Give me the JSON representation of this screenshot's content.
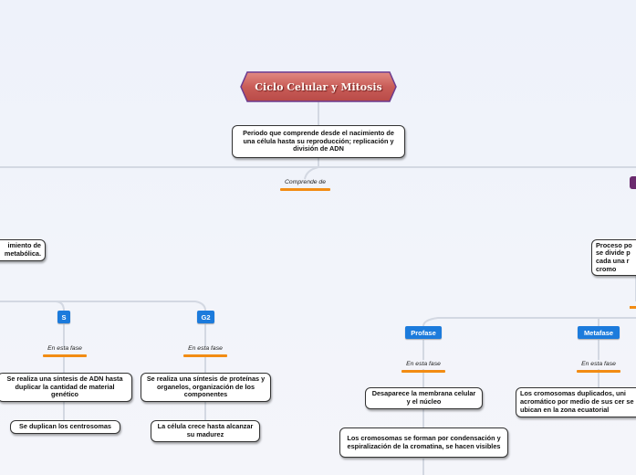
{
  "title": "Ciclo Celular y Mitosis",
  "colors": {
    "root_fill_top": "#e28a82",
    "root_fill_bottom": "#b84a48",
    "root_border": "#6b3b8f",
    "connector": "#d3d8e2",
    "label_underline": "#f28c13",
    "tag_blue": "#1c7bdc"
  },
  "nodes": {
    "definition": "Periodo que comprende desde el nacimiento de una célula hasta su reproducción; replicación y división de ADN",
    "comprende_de": "Comprende de",
    "left_partial": "imiento de metabólica.",
    "right_partial": "Proceso po se divide p cada una r cromo",
    "s_phase": "S",
    "g2_phase": "G2",
    "s_label": "En esta fase",
    "g2_label": "En esta fase",
    "s_detail_1": "Se realiza una síntesis de ADN hasta duplicar la cantidad de material genético",
    "s_detail_2": "Se duplican los centrosomas",
    "g2_detail_1": "Se realiza una síntesis de proteínas y organelos, organización de los componentes",
    "g2_detail_2": "La célula crece hasta alcanzar su madurez",
    "profase": "Profase",
    "metafase": "Metafase",
    "profase_label": "En esta fase",
    "metafase_label": "En esta fase",
    "profase_detail_1": "Desaparece la membrana celular y el núcleo",
    "profase_detail_2": "Los cromosomas se forman por condensación y espiralización de la cromatina, se hacen visibles",
    "metafase_detail_1": "Los cromosomas duplicados, uni acromático por medio de sus cer se ubican en la zona ecuatorial"
  },
  "icons": {
    "edge_icon": "purple-square-icon"
  }
}
